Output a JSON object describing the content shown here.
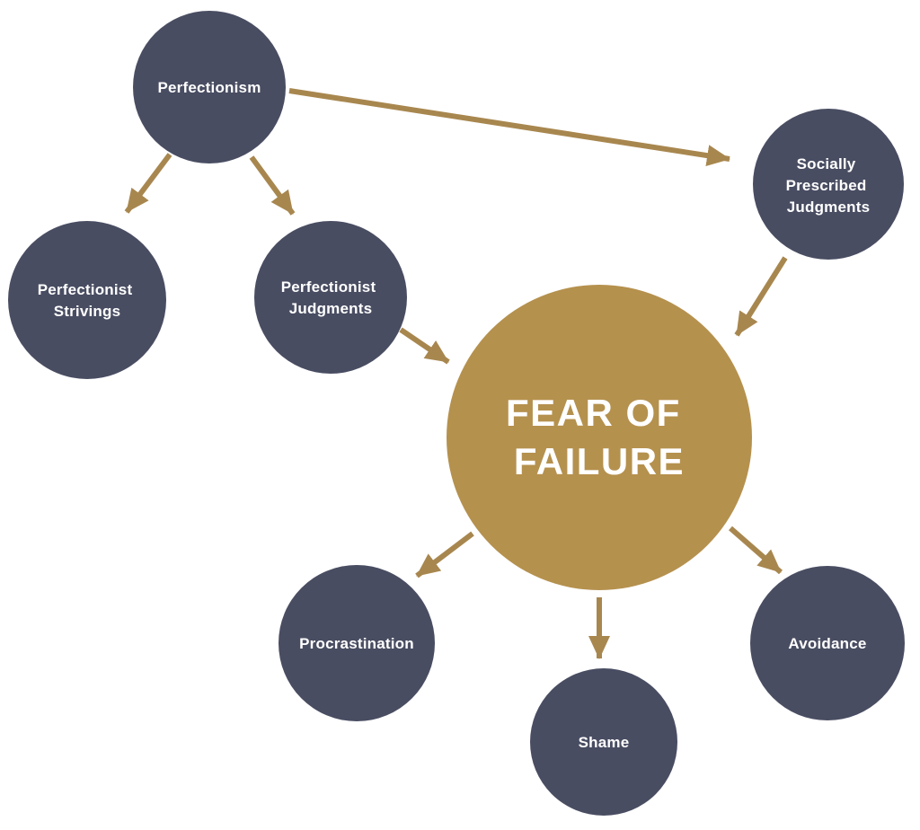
{
  "colors": {
    "node": "#494d62",
    "fear": "#b5914e",
    "accent": "#a8874f",
    "text": "#ffffff"
  },
  "nodes": {
    "perfectionism": {
      "label": "Perfectionism",
      "lines": [
        "Perfectionism"
      ]
    },
    "socially_prescribed_judgments": {
      "label": "Socially Prescribed Judgments",
      "lines": [
        "Socially",
        "Prescribed",
        "Judgments"
      ]
    },
    "perfectionist_strivings": {
      "label": "Perfectionist Strivings",
      "lines": [
        "Perfectionist",
        "Strivings"
      ]
    },
    "perfectionist_judgments": {
      "label": "Perfectionist Judgments",
      "lines": [
        "Perfectionist",
        "Judgments"
      ]
    },
    "fear_of_failure": {
      "label": "FEAR OF FAILURE",
      "lines": [
        "FEAR OF",
        "FAILURE"
      ]
    },
    "procrastination": {
      "label": "Procrastination",
      "lines": [
        "Procrastination"
      ]
    },
    "shame": {
      "label": "Shame",
      "lines": [
        "Shame"
      ]
    },
    "avoidance": {
      "label": "Avoidance",
      "lines": [
        "Avoidance"
      ]
    }
  },
  "edges": [
    {
      "from": "Perfectionism",
      "to": "Socially Prescribed Judgments"
    },
    {
      "from": "Perfectionism",
      "to": "Perfectionist Strivings"
    },
    {
      "from": "Perfectionism",
      "to": "Perfectionist Judgments"
    },
    {
      "from": "Perfectionist Judgments",
      "to": "FEAR OF FAILURE"
    },
    {
      "from": "Socially Prescribed Judgments",
      "to": "FEAR OF FAILURE"
    },
    {
      "from": "FEAR OF FAILURE",
      "to": "Procrastination"
    },
    {
      "from": "FEAR OF FAILURE",
      "to": "Shame"
    },
    {
      "from": "FEAR OF FAILURE",
      "to": "Avoidance"
    }
  ]
}
